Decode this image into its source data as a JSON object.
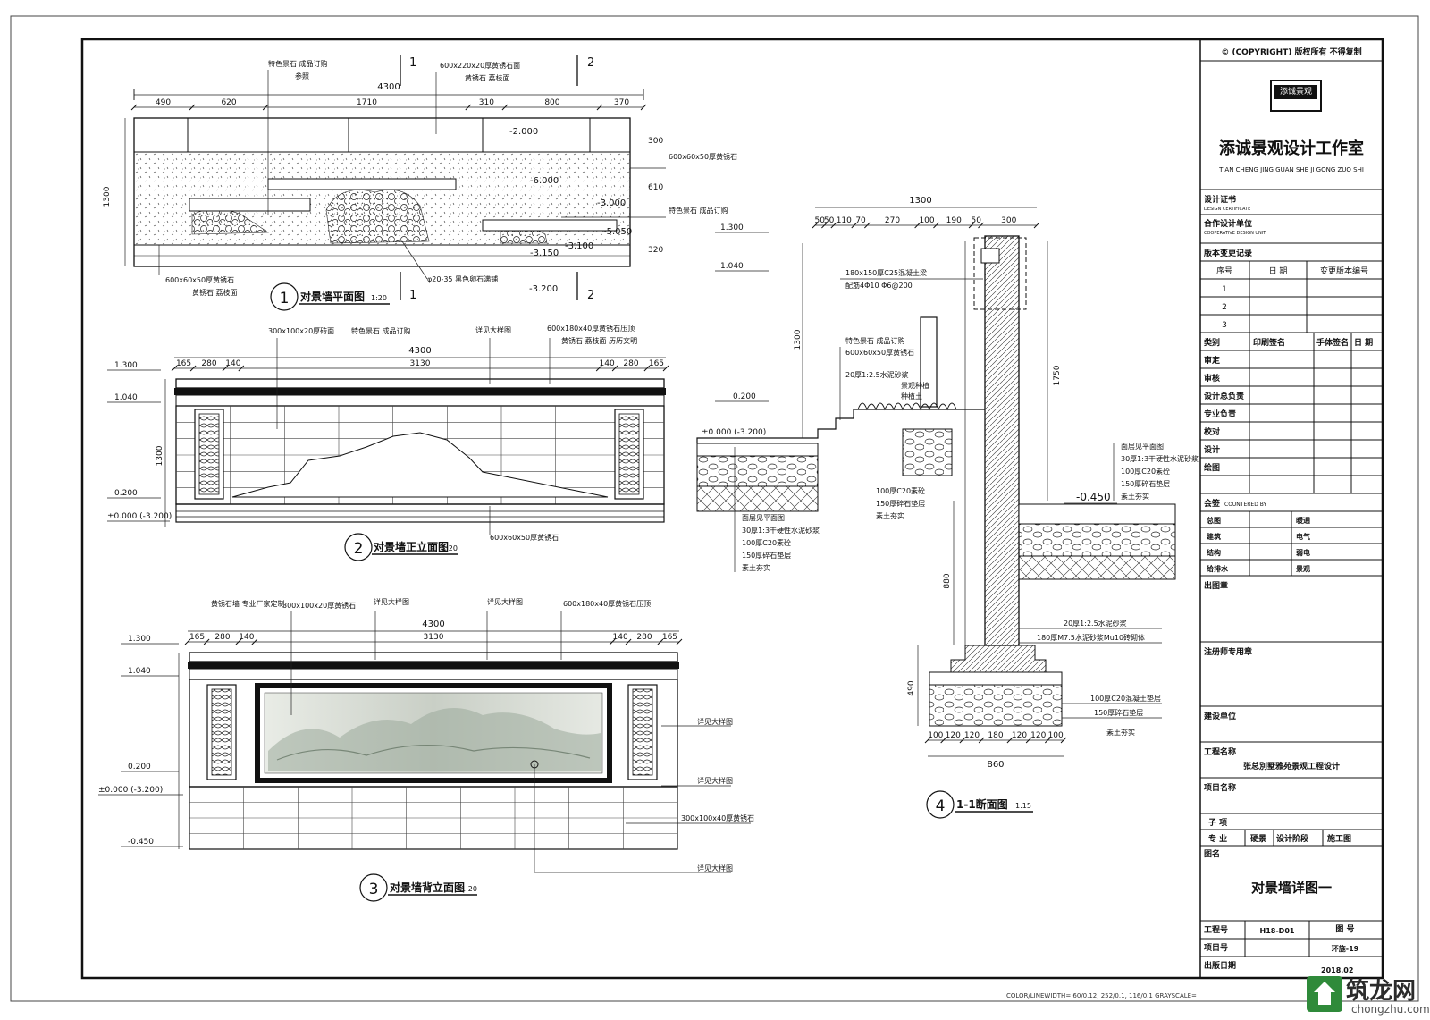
{
  "title_block": {
    "copyright": "© (COPYRIGHT) 版权所有 不得复制",
    "logo_text": "添诚景观",
    "company_cn": "添诚景观设计工作室",
    "company_en": "TIAN CHENG JING GUAN SHE JI GONG ZUO SHI",
    "design_cert": "设计证书",
    "design_cert_en": "DESIGN CERTIFICATE",
    "partner_unit": "合作设计单位",
    "partner_unit_en": "COOPERATIVE DESIGN UNIT",
    "revision_record": "版本变更记录",
    "rev_headers": [
      "序号",
      "日 期",
      "变更版本编号"
    ],
    "rev_rows": [
      "1",
      "2",
      "3"
    ],
    "sign_headers": [
      "类别",
      "印刷签名",
      "手体签名",
      "日 期"
    ],
    "sign_rows": [
      "审定",
      "审核",
      "设计总负责",
      "专业负责",
      "校对",
      "设计",
      "绘图"
    ],
    "countersign": "会签",
    "countersign_en": "COUNTERED BY",
    "disciplines": [
      [
        "总图",
        "暖通"
      ],
      [
        "建筑",
        "电气"
      ],
      [
        "结构",
        "弱电"
      ],
      [
        "给排水",
        "景观"
      ]
    ],
    "stamp1": "出图章",
    "stamp2": "注册师专用章",
    "client": "建设单位",
    "project_name_label": "工程名称",
    "project_name": "张总別墅雅苑景观工程设计",
    "item_name_label": "项目名称",
    "sub_item": "子 项",
    "discipline_label": "专 业",
    "discipline_value": "硬景",
    "phase_label": "设计阶段",
    "phase_value": "施工图",
    "drawing_name_label": "图名",
    "drawing_name": "对景墙详图一",
    "project_no_label": "工程号",
    "project_no": "H18-D01",
    "drawing_no_label": "图 号",
    "drawing_no": "环施-19",
    "item_no_label": "项目号",
    "date_label": "出版日期",
    "date": "2018.02"
  },
  "drawings": {
    "plan": {
      "num": "1",
      "title": "对景墙平面图",
      "scale": "1:20"
    },
    "front": {
      "num": "2",
      "title": "对景墙正立面图",
      "scale": "1:20"
    },
    "back": {
      "num": "3",
      "title": "对景墙背立面图",
      "scale": "1:20"
    },
    "section": {
      "num": "4",
      "title": "1-1断面图",
      "scale": "1:15"
    }
  },
  "dims": {
    "total": "4300",
    "plan_top": [
      "490",
      "620",
      "1710",
      "310",
      "800",
      "370"
    ],
    "elev_top": [
      "165",
      "280",
      "140",
      "3130",
      "140",
      "280",
      "165"
    ],
    "section_top": "1300",
    "section_sub": [
      "50",
      "50",
      "110",
      "70",
      "270",
      "100",
      "190",
      "50",
      "300"
    ],
    "section_bottom": [
      "100",
      "120",
      "120",
      "180",
      "120",
      "120",
      "100"
    ],
    "section_bottom_total": "860"
  },
  "levels": {
    "l1300": "1.300",
    "l1040": "1.040",
    "l0200": "0.200",
    "l0000": "±0.000 (-3.200)",
    "l0450": "-0.450",
    "p2000": "-2.000",
    "p3000": "-3.000",
    "p3100": "-3.100",
    "p3150": "-3.150",
    "p3200": "-3.200",
    "p5050": "-5.050",
    "p6000": "-6.000"
  },
  "notes": {
    "plan_top_a": "特色景石 成品订购",
    "plan_top_b": "参照",
    "plan_top_c": "600x220x20厚黄锈石面",
    "plan_top_d": "黄锈石 荔枝面",
    "plan_r1": "600x60x50厚黄锈石",
    "plan_r2": "特色景石 成品订购",
    "plan_bl": "600x60x50厚黄锈石",
    "plan_bl2": "黄锈石 荔枝面",
    "plan_pebble": "φ20-35 黑色卵石满铺",
    "front_a": "300x100x20厚砖面",
    "front_b": "特色景石 成品订购",
    "front_c": "600x180x40厚黄锈石压顶",
    "front_d": "黄锈石 荔枝面 历历文明",
    "front_e": "600x60x50厚黄锈石",
    "back_a": "黄锈石墙 专业厂家定制",
    "back_b": "300x100x20厚黄锈石",
    "back_c": "600x180x40厚黄锈石压顶",
    "back_d": "300x100x40厚黄锈石",
    "see_detail": "详见大样图",
    "sec_a": "180x150厚C25混凝土梁",
    "sec_b": "配筋4Φ10 Φ6@200",
    "sec_c": "特色景石 成品订购",
    "sec_d": "600x60x50厚黄锈石",
    "sec_e": "20厚1:2.5水泥砂浆",
    "sec_f": "景观种植",
    "sec_g": "种植土",
    "sec_h": "面层见平面图",
    "sec_i": "30厚1:3干硬性水泥砂浆",
    "sec_j": "100厚C20素砼",
    "sec_k": "150厚碎石垫层",
    "sec_l": "素土夯实",
    "sec_m": "20厚1:2.5水泥砂浆",
    "sec_n": "180厚M7.5水泥砂浆Mu10砖砌体",
    "sec_o": "100厚C20混凝土垫层",
    "sec_p": "150厚碎石垫层",
    "sec_q": "素土夯实"
  },
  "footer_text": "COLOR/LINEWIDTH= 60/0.12, 252/0.1, 116/0.1 GRAYSCALE=",
  "watermark": {
    "name": "筑龙网",
    "url": "chongzhu.com"
  }
}
